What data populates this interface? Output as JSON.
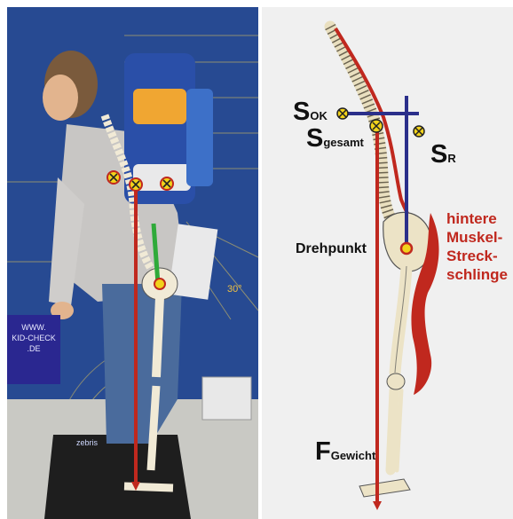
{
  "photo": {
    "sign_text": [
      "WWW.",
      "KID-CHECK",
      ".DE"
    ],
    "angle_text": "30°",
    "scale_brand": "zebris"
  },
  "diagram": {
    "s_ok": {
      "main": "S",
      "sub": "OK"
    },
    "s_gesamt": {
      "main": "S",
      "sub": "gesamt"
    },
    "s_r": {
      "main": "S",
      "sub": "R"
    },
    "drehpunkt": "Drehpunkt",
    "muscle_label": [
      "hintere",
      "Muskel-",
      "Streck-",
      "schlinge"
    ],
    "force": {
      "main": "F",
      "sub": "Gewicht"
    }
  },
  "colors": {
    "arrow_red": "#c0281e",
    "lever_blue": "#2b2f8a",
    "marker_yellow": "#f2d21b",
    "muscle_red": "#c0281e",
    "backdrop_blue": "#274a92",
    "diagram_bg": "#f0f0f0"
  }
}
